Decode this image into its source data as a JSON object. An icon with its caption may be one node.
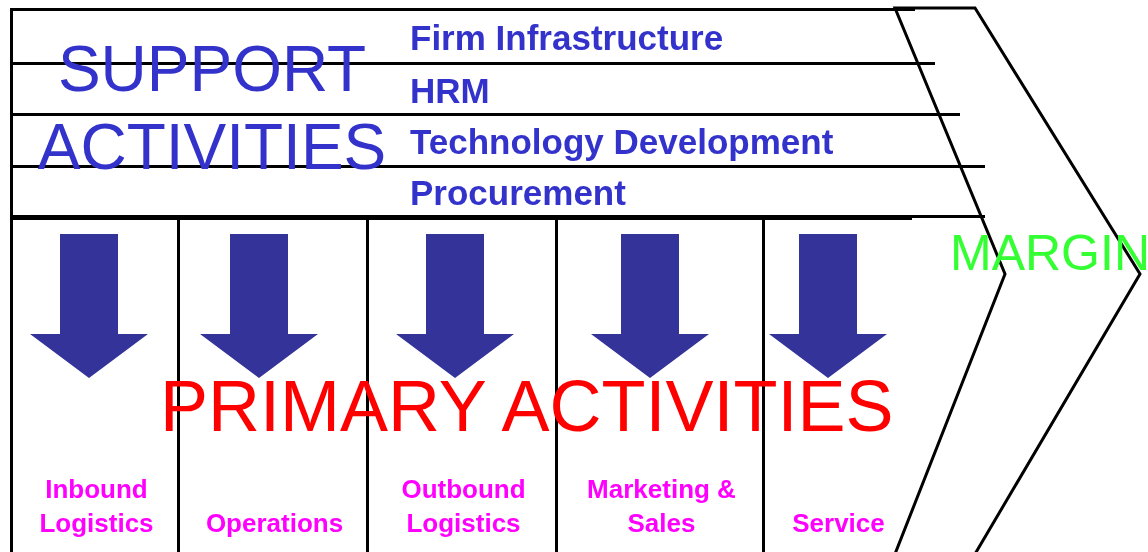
{
  "diagram": {
    "nodes": [
      {
        "text": [
          "Firm Infrastructure"
        ]
      },
      {
        "text": [
          "HRM"
        ]
      },
      {
        "text": [
          "Technology Development"
        ]
      },
      {
        "text": [
          "Procurement"
        ]
      },
      {
        "text": [
          "Inbound Logistics"
        ]
      },
      {
        "text": [
          "Operations"
        ]
      },
      {
        "text": [
          "Outbound Logistics"
        ]
      },
      {
        "text": [
          "Marketing & Sales"
        ]
      },
      {
        "text": [
          "Service"
        ]
      },
      {
        "text": [
          "MARGIN"
        ]
      }
    ],
    "edges": [],
    "labels": [
      "SUPPORT ACTIVITIES",
      "PRIMARY ACTIVITIES"
    ]
  }
}
